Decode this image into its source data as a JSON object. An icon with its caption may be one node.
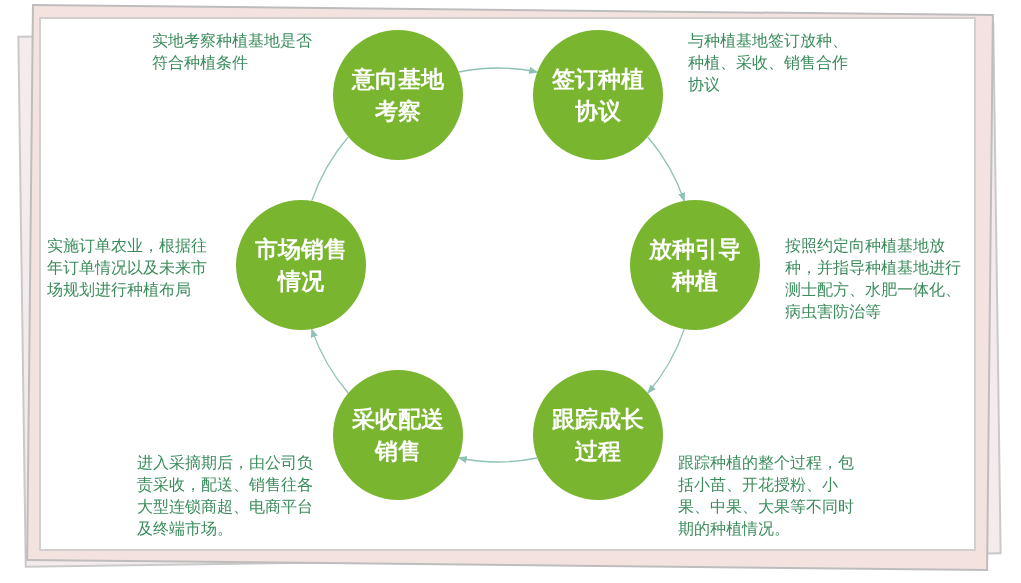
{
  "diagram": {
    "nodes": [
      {
        "text": [
          "意向基地考察"
        ],
        "beside": [
          "实地考察种植基地是否符合种植条件"
        ]
      },
      {
        "text": [
          "签订种植协议"
        ],
        "beside": [
          "与种植基地签订放种、种植、采收、销售合作协议"
        ]
      },
      {
        "text": [
          "放种引导种植"
        ],
        "beside": [
          "按照约定向种植基地放种，并指导种植基地进行测士配方、水肥一体化、病虫害防治等"
        ]
      },
      {
        "text": [
          "跟踪成长过程"
        ],
        "beside": [
          "跟踪种植的整个过程，包括小苗、开花授粉、小果、中果、大果等不同时期的种植情况。"
        ]
      },
      {
        "text": [
          "采收配送销售"
        ],
        "beside": [
          "进入采摘期后，由公司负责采收，配送、销售往各大型连锁商超、电商平台及终端市场。"
        ]
      },
      {
        "text": [
          "市场销售情况"
        ],
        "beside": [
          "实施订单农业，根据往年订单情况以及未来市场规划进行种植布局"
        ]
      }
    ],
    "edges": [
      {
        "from": 0,
        "to": 1,
        "arrow": "to"
      },
      {
        "from": 1,
        "to": 2,
        "arrow": "to"
      },
      {
        "from": 2,
        "to": 3,
        "arrow": "to"
      },
      {
        "from": 3,
        "to": 4,
        "arrow": "to"
      },
      {
        "from": 4,
        "to": 5,
        "arrow": "to"
      },
      {
        "from": 5,
        "to": 0,
        "arrow": "none"
      }
    ]
  }
}
